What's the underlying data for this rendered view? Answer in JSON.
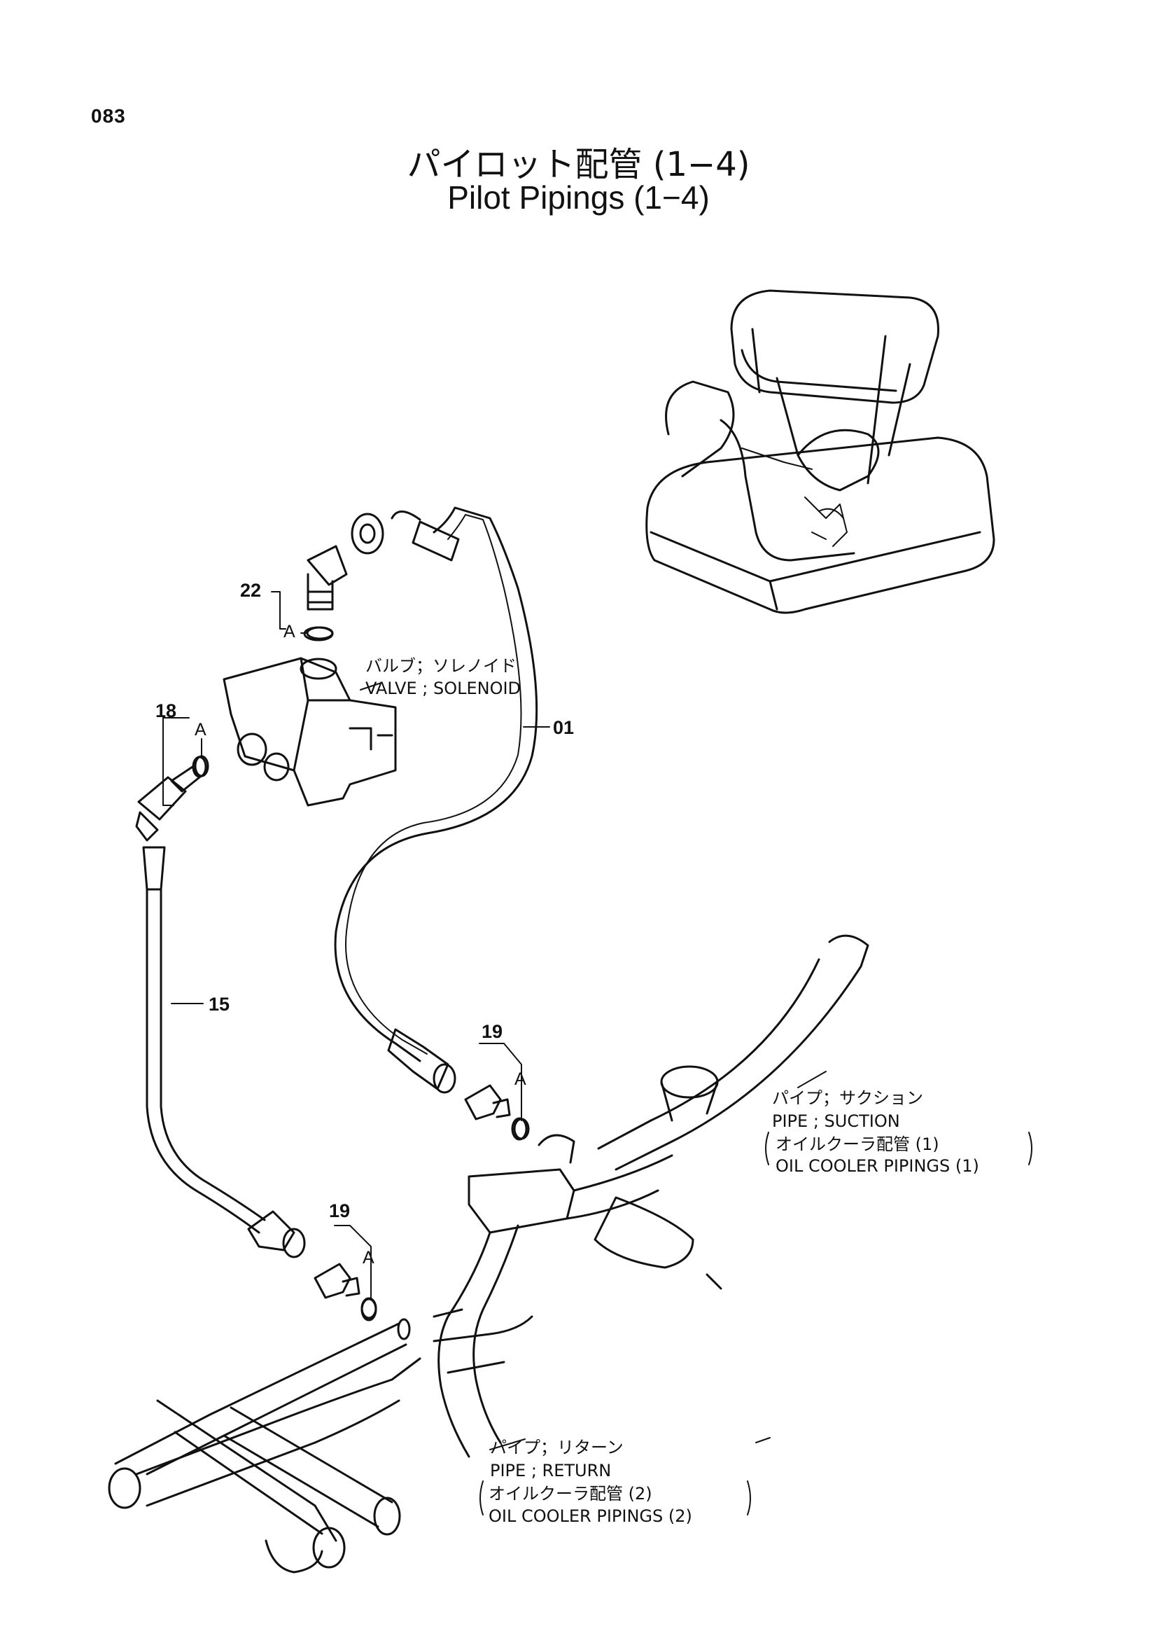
{
  "page_number": "083",
  "title": {
    "jp": "パイロット配管 (1−4)",
    "en": "Pilot Pipings (1−4)"
  },
  "callouts": {
    "part_22": "22",
    "part_18": "18",
    "part_19a": "19",
    "part_19b": "19",
    "part_01": "01",
    "part_15": "15",
    "oring_a_22": "A",
    "oring_a_18": "A",
    "oring_a_19a": "A",
    "oring_a_19b": "A"
  },
  "labels": {
    "valve": {
      "jp": "バルブ；ソレノイド",
      "en": "VALVE ; SOLENOID"
    },
    "suction": {
      "jp": "パイプ；サクション",
      "en": "PIPE ; SUCTION",
      "ref_jp": "オイルクーラ配管 (1)",
      "ref_en": "OIL  COOLER  PIPINGS (1)"
    },
    "return": {
      "jp": "パイプ；リターン",
      "en": "PIPE ; RETURN",
      "ref_jp": "オイルクーラ配管 (2)",
      "ref_en": "OIL  COOLER  PIPINGS (2)"
    }
  },
  "colors": {
    "ink": "#111111",
    "paper": "#ffffff"
  }
}
